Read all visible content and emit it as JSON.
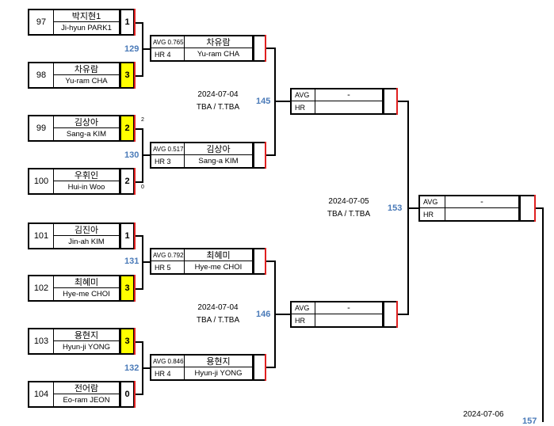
{
  "round1": [
    {
      "seed": "97",
      "kr": "박지현1",
      "en": "Ji-hyun PARK1",
      "score": "1",
      "win": false
    },
    {
      "seed": "98",
      "kr": "차유람",
      "en": "Yu-ram CHA",
      "score": "3",
      "win": true
    },
    {
      "seed": "99",
      "kr": "김상아",
      "en": "Sang-a KIM",
      "score": "2",
      "win": true
    },
    {
      "seed": "100",
      "kr": "우휘인",
      "en": "Hui-in Woo",
      "score": "2",
      "win": false
    },
    {
      "seed": "101",
      "kr": "김진아",
      "en": "Jin-ah KIM",
      "score": "1",
      "win": false
    },
    {
      "seed": "102",
      "kr": "최혜미",
      "en": "Hye-me CHOI",
      "score": "3",
      "win": true
    },
    {
      "seed": "103",
      "kr": "용현지",
      "en": "Hyun-ji YONG",
      "score": "3",
      "win": true
    },
    {
      "seed": "104",
      "kr": "전어람",
      "en": "Eo-ram JEON",
      "score": "0",
      "win": false
    }
  ],
  "shootout": {
    "a": "2",
    "b": "0"
  },
  "round1_matches": [
    "129",
    "130",
    "131",
    "132"
  ],
  "round2": [
    {
      "avg": "AVG 0.765",
      "hr": "HR 4",
      "kr": "차유람",
      "en": "Yu-ram CHA"
    },
    {
      "avg": "AVG 0.517",
      "hr": "HR 3",
      "kr": "김상아",
      "en": "Sang-a KIM"
    },
    {
      "avg": "AVG 0.792",
      "hr": "HR 5",
      "kr": "최혜미",
      "en": "Hye-me CHOI"
    },
    {
      "avg": "AVG 0.846",
      "hr": "HR 4",
      "kr": "용현지",
      "en": "Hyun-ji YONG"
    }
  ],
  "round2_matches": [
    "145",
    "146"
  ],
  "round2_info": [
    {
      "date": "2024-07-04",
      "venue": "TBA / T.TBA"
    },
    {
      "date": "2024-07-04",
      "venue": "TBA / T.TBA"
    }
  ],
  "round3": [
    {
      "avg": "AVG",
      "hr": "HR",
      "name": "-"
    },
    {
      "avg": "AVG",
      "hr": "HR",
      "name": "-"
    }
  ],
  "round3_match": "153",
  "round3_info": {
    "date": "2024-07-05",
    "venue": "TBA / T.TBA"
  },
  "round4": {
    "avg": "AVG",
    "hr": "HR",
    "name": "-"
  },
  "round4_match": "157",
  "round4_info": {
    "date": "2024-07-06"
  }
}
